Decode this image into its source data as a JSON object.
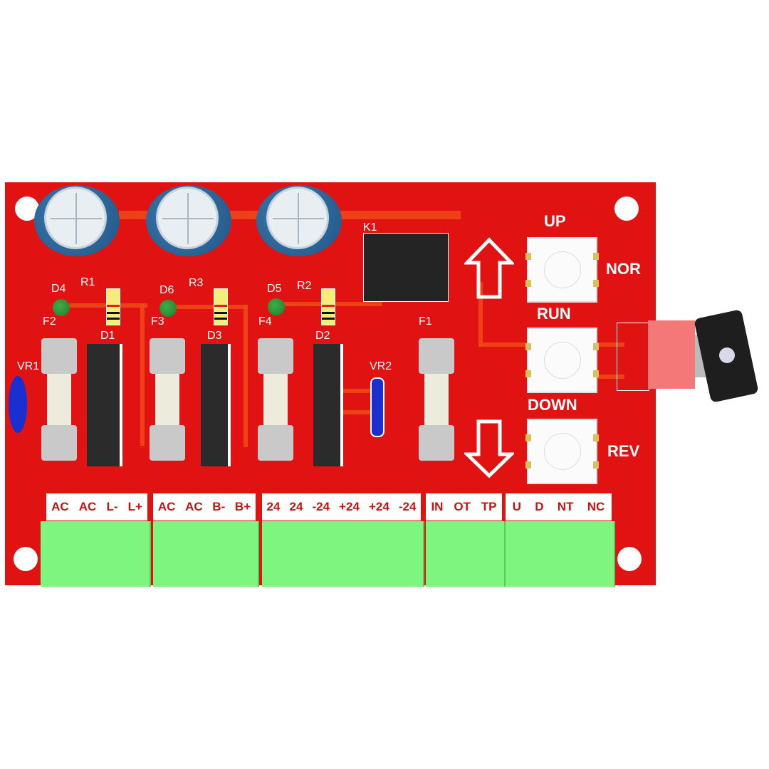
{
  "components": {
    "relay": "K1",
    "fuses": [
      "F2",
      "F3",
      "F4",
      "F1"
    ],
    "diodes": [
      "D1",
      "D3",
      "D2"
    ],
    "leds": [
      "D4",
      "D6",
      "D5"
    ],
    "resistors": [
      "R1",
      "R3",
      "R2"
    ],
    "varistors": [
      "VR1",
      "VR2"
    ]
  },
  "buttons": {
    "up": "UP",
    "nor": "NOR",
    "run": "RUN",
    "down": "DOWN",
    "rev": "REV"
  },
  "terminals": [
    [
      "AC",
      "AC",
      "L-",
      "L+"
    ],
    [
      "AC",
      "AC",
      "B-",
      "B+"
    ],
    [
      "24",
      "24",
      "-24",
      "+24",
      "+24",
      "-24"
    ],
    [
      "IN",
      "OT",
      "TP"
    ],
    [
      "U",
      "D",
      "NT",
      "NC"
    ]
  ],
  "colors": {
    "board": "#e01212",
    "terminal": "#7ef57e",
    "label_text": "#cc1111"
  }
}
